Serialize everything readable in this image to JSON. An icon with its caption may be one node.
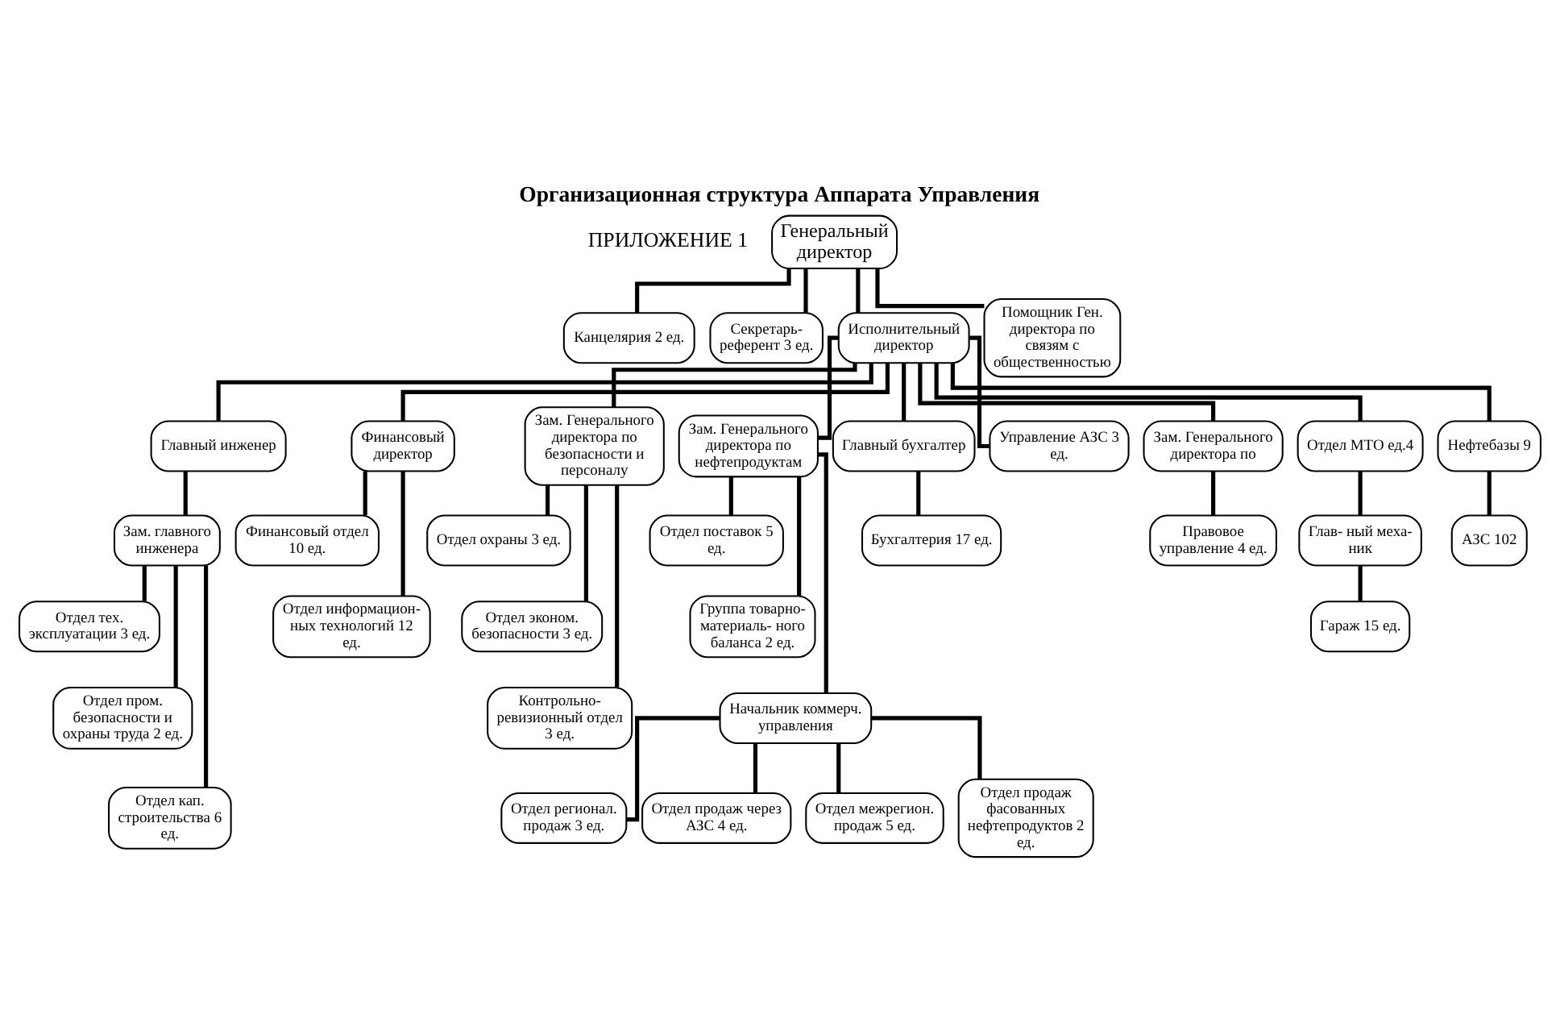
{
  "diagram": {
    "title": "Организационная структура Аппарата Управления",
    "nodes": [
      {
        "text": [
          "Генеральный директор"
        ]
      },
      {
        "text": [
          "Канцелярия 2 ед."
        ]
      },
      {
        "text": [
          "Секретарь- референт 3 ед."
        ]
      },
      {
        "text": [
          "Исполнительный директор"
        ]
      },
      {
        "text": [
          "Помощник Ген. директора по связям с общественностью"
        ]
      },
      {
        "text": [
          "Главный инженер"
        ]
      },
      {
        "text": [
          "Финансовый директор"
        ]
      },
      {
        "text": [
          "Зам. Генерального директора по безопасности и персоналу"
        ]
      },
      {
        "text": [
          "Зам. Генерального директора по нефтепродуктам"
        ]
      },
      {
        "text": [
          "Главный бухгалтер"
        ]
      },
      {
        "text": [
          "Управление АЗС 3 ед."
        ]
      },
      {
        "text": [
          "Зам. Генерального директора по"
        ]
      },
      {
        "text": [
          "Отдел МТО ед.4"
        ]
      },
      {
        "text": [
          "Зам. главного инженера"
        ]
      },
      {
        "text": [
          "Финансовый отдел 10 ед."
        ]
      },
      {
        "text": [
          "Отдел охраны 3 ед."
        ]
      },
      {
        "text": [
          "Отдел поставок 5 ед."
        ]
      },
      {
        "text": [
          "Бухгалтерия 17 ед."
        ]
      },
      {
        "text": [
          "Правовое управление 4 ед."
        ]
      },
      {
        "text": [
          "Глав- ный меха- ник"
        ]
      },
      {
        "text": [
          "Отдел тех. эксплуатации 3 ед."
        ]
      },
      {
        "text": [
          "Отдел информацион- ных технологий 12 ед."
        ]
      },
      {
        "text": [
          "Отдел эконом. безопасности 3 ед."
        ]
      },
      {
        "text": [
          "Группа товарно- материаль- ного баланса 2 ед."
        ]
      },
      {
        "text": [
          "Гараж 15 ед."
        ]
      },
      {
        "text": [
          "Контрольно- ревизионный отдел 3 ед."
        ]
      },
      {
        "text": [
          "Отдел пром. безопасности и охраны труда 2 ед."
        ]
      },
      {
        "text": [
          "Начальник коммерч. управления"
        ]
      },
      {
        "text": [
          "Нефтебазы 9"
        ]
      },
      {
        "text": [
          "Отдел кап. строительства 6 ед."
        ]
      },
      {
        "text": [
          "Отдел регионал. продаж 3 ед."
        ]
      },
      {
        "text": [
          "Отдел продаж через АЗС 4 ед."
        ]
      },
      {
        "text": [
          "Отдел межрегион. продаж 5 ед."
        ]
      },
      {
        "text": [
          "Отдел продаж фасованных нефтепродуктов 2 ед."
        ]
      },
      {
        "text": [
          "АЗС 102"
        ]
      }
    ],
    "edges": [
      {
        "from": 0,
        "to": 1,
        "arrow": "none"
      },
      {
        "from": 0,
        "to": 2,
        "arrow": "none"
      },
      {
        "from": 0,
        "to": 3,
        "arrow": "none"
      },
      {
        "from": 0,
        "to": 4,
        "arrow": "none"
      },
      {
        "from": 3,
        "to": 5,
        "arrow": "none"
      },
      {
        "from": 3,
        "to": 6,
        "arrow": "none"
      },
      {
        "from": 3,
        "to": 7,
        "arrow": "none"
      },
      {
        "from": 3,
        "to": 8,
        "arrow": "none"
      },
      {
        "from": 3,
        "to": 9,
        "arrow": "none"
      },
      {
        "from": 3,
        "to": 10,
        "arrow": "none"
      },
      {
        "from": 3,
        "to": 11,
        "arrow": "none"
      },
      {
        "from": 3,
        "to": 12,
        "arrow": "none"
      },
      {
        "from": 3,
        "to": 28,
        "arrow": "none"
      },
      {
        "from": 5,
        "to": 13,
        "arrow": "none"
      },
      {
        "from": 13,
        "to": 20,
        "arrow": "none"
      },
      {
        "from": 13,
        "to": 26,
        "arrow": "none"
      },
      {
        "from": 13,
        "to": 29,
        "arrow": "none"
      },
      {
        "from": 6,
        "to": 14,
        "arrow": "none"
      },
      {
        "from": 6,
        "to": 21,
        "arrow": "none"
      },
      {
        "from": 7,
        "to": 15,
        "arrow": "none"
      },
      {
        "from": 7,
        "to": 22,
        "arrow": "none"
      },
      {
        "from": 7,
        "to": 25,
        "arrow": "none"
      },
      {
        "from": 8,
        "to": 16,
        "arrow": "none"
      },
      {
        "from": 8,
        "to": 23,
        "arrow": "none"
      },
      {
        "from": 8,
        "to": 27,
        "arrow": "none"
      },
      {
        "from": 27,
        "to": 30,
        "arrow": "none"
      },
      {
        "from": 27,
        "to": 31,
        "arrow": "none"
      },
      {
        "from": 27,
        "to": 32,
        "arrow": "none"
      },
      {
        "from": 27,
        "to": 33,
        "arrow": "none"
      },
      {
        "from": 9,
        "to": 17,
        "arrow": "none"
      },
      {
        "from": 11,
        "to": 18,
        "arrow": "none"
      },
      {
        "from": 12,
        "to": 19,
        "arrow": "none"
      },
      {
        "from": 19,
        "to": 24,
        "arrow": "none"
      },
      {
        "from": 28,
        "to": 34,
        "arrow": "none"
      }
    ],
    "labels": [
      "ПРИЛОЖЕНИЕ 1"
    ]
  }
}
